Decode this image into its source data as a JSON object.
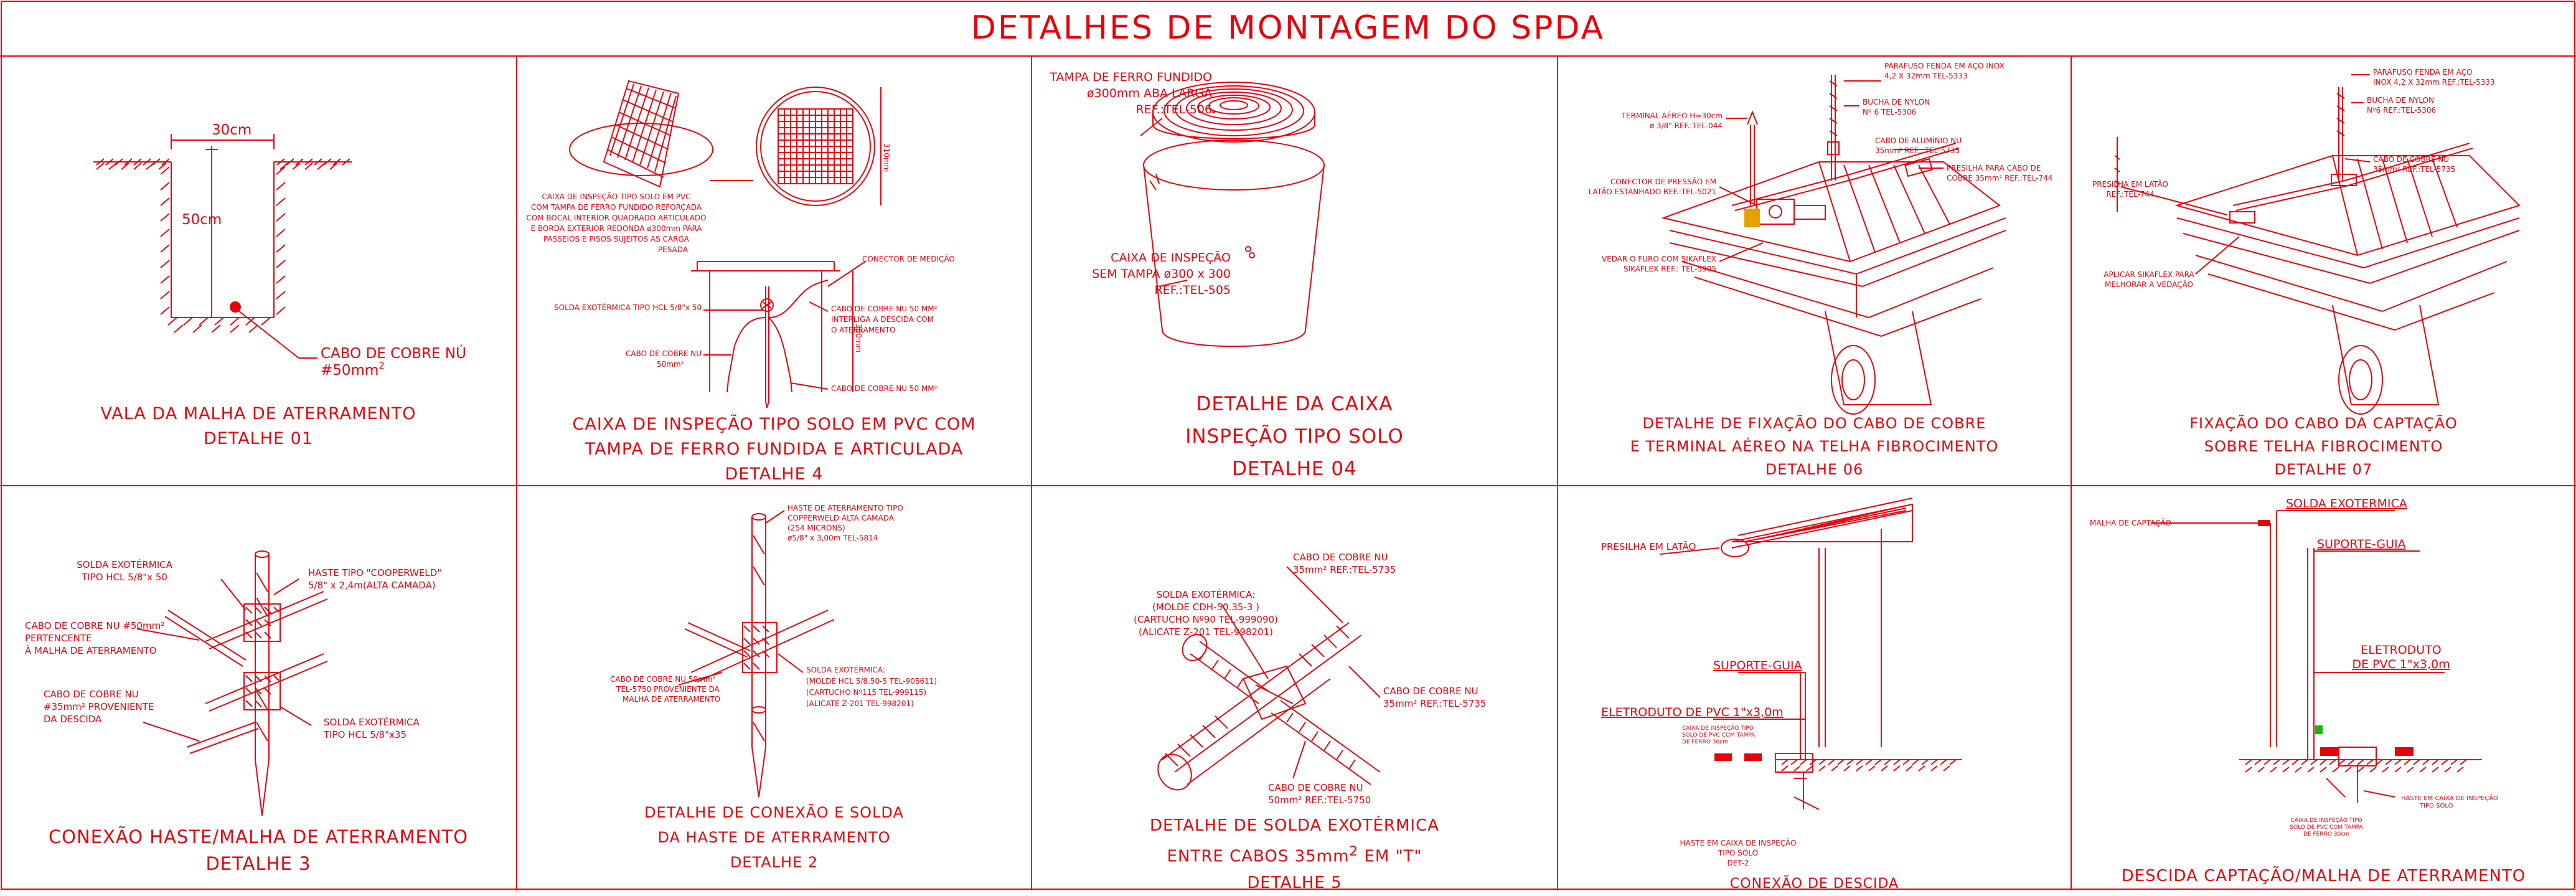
{
  "sheet": {
    "title": "DETALHES DE MONTAGEM DO SPDA"
  },
  "colors": {
    "line": "#e8000b",
    "background": "#ffffff"
  },
  "panels": {
    "p1": {
      "dim_width": "30cm",
      "dim_depth": "50cm",
      "cable_label_1": "CABO DE COBRE NÚ",
      "cable_label_2": "#50mm",
      "cable_label_sup": "2",
      "caption": [
        "VALA DA MALHA DE ATERRAMENTO",
        "DETALHE 01"
      ]
    },
    "p2": {
      "box_desc": [
        "CAIXA DE INSPEÇÃO TIPO SOLO EM PVC",
        "COM TAMPA DE FERRO FUNDIDO REFORÇADA",
        "COM BOCAL INTERIOR QUADRADO ARTICULADO",
        "E BORDA EXTERIOR REDONDA ø300mm PARA",
        "PASSEIOS E PISOS SUJEITOS AS CARGA",
        "PESADA"
      ],
      "dim_lid": "310mm",
      "dim_box": "300mm",
      "connector": "CONECTOR DE MEDIÇÃO",
      "solda": "SOLDA EXOTÉRMICA TIPO HCL 5/8\"x 50",
      "cable_50_right": [
        "CABO DE COBRE NU 50 MM²",
        "INTERLIGA A DESCIDA COM",
        "O ATERRAMENTO"
      ],
      "cable_50_left": [
        "CABO DE COBRE NU",
        "50mm²"
      ],
      "cable_50_bottom": "CABO DE COBRE NU 50 MM²",
      "caption": [
        "CAIXA DE INSPEÇÃO TIPO SOLO EM PVC COM",
        "TAMPA DE FERRO FUNDIDA E ARTICULADA",
        "DETALHE 4"
      ]
    },
    "p3": {
      "lid_label": [
        "TAMPA DE FERRO FUNDIDO",
        "ø300mm ABA LARGA",
        "REF.:TEL-506"
      ],
      "box_label": [
        "CAIXA DE INSPEÇÃO",
        "SEM TAMPA ø300 x 300",
        "REF.:TEL-505"
      ],
      "caption": [
        "DETALHE DA CAIXA",
        "INSPEÇÃO TIPO SOLO",
        "DETALHE 04"
      ]
    },
    "p4": {
      "screw": [
        "PARAFUSO FENDA EM AÇO INOX",
        "4,2 X 32mm TEL-5333"
      ],
      "bucha": [
        "BUCHA DE NYLON",
        "Nº 6 TEL-5306"
      ],
      "terminal": [
        "TERMINAL AÉREO H=30cm",
        "ø 3/8\" REF.:TEL-044"
      ],
      "cabo": [
        "CABO DE ALUMÍNIO NU",
        "35mm² REF.: TEL-5735"
      ],
      "presilha": [
        "PRESILHA PARA CABO DE",
        "COBRE 35mm² REF.:TEL-744"
      ],
      "conector": [
        "CONECTOR DE PRESSÃO EM",
        "LATÃO ESTANHADO REF.:TEL-5021"
      ],
      "vedar": [
        "VEDAR O FURO COM SIKAFLEX",
        "SIKAFLEX REF.: TEL-5905"
      ],
      "caption": [
        "DETALHE DE FIXAÇÃO DO CABO DE COBRE",
        "E TERMINAL AÉREO NA TELHA FIBROCIMENTO",
        "DETALHE 06"
      ]
    },
    "p5": {
      "screw": [
        "PARAFUSO FENDA EM AÇO",
        "INOX 4,2 X 32mm REF.:TEL-5333"
      ],
      "bucha": [
        "BUCHA DE NYLON",
        "Nº6 REF.:TEL-5306"
      ],
      "cabo": [
        "CABO DE COBRE NU",
        "35mm² REF.:TEL-5735"
      ],
      "presilha": [
        "PRESILHA EM LATÃO",
        "REF.:TEL-744"
      ],
      "sika": [
        "APLICAR SIKAFLEX PARA",
        "MELHORAR A VEDAÇÃO"
      ],
      "caption": [
        "FIXAÇÃO DO CABO DA CAPTAÇÃO",
        "SOBRE TELHA FIBROCIMENTO",
        "DETALHE 07"
      ]
    },
    "p6": {
      "solda_top": [
        "SOLDA EXOTÉRMICA",
        "TIPO HCL 5/8\"x 50"
      ],
      "haste": [
        "HASTE TIPO \"COOPERWELD\"",
        "5/8\" x 2,4m(ALTA CAMADA)"
      ],
      "cabo_malha": [
        "CABO DE COBRE NU #50mm²",
        "PERTENCENTE",
        "À MALHA DE ATERRAMENTO"
      ],
      "cabo_descida": [
        "CABO DE COBRE NU",
        "#35mm² PROVENIENTE",
        "DA DESCIDA"
      ],
      "solda_bottom": [
        "SOLDA EXOTÉRMICA",
        "TIPO HCL 5/8\"x35"
      ],
      "caption": [
        "CONEXÃO HASTE/MALHA DE ATERRAMENTO",
        "DETALHE 3"
      ]
    },
    "p7": {
      "haste": [
        "HASTE DE ATERRAMENTO TIPO",
        "COPPERWELD ALTA CAMADA",
        "(254 MICRONS)",
        "ø5/8\" x 3,00m TEL-5814"
      ],
      "cabo": [
        "CABO DE COBRE NU 50mm²",
        "TEL-5750 PROVENIENTE DA",
        "MALHA DE ATERRAMENTO"
      ],
      "solda": [
        "SOLDA EXOTÉRMICA:",
        "(MOLDE HCL 5/8.50-5 TEL-905611)",
        "(CARTUCHO Nº115 TEL-999115)",
        "(ALICATE Z-201 TEL-998201)"
      ],
      "caption": [
        "DETALHE DE CONEXÃO E SOLDA",
        "DA HASTE DE ATERRAMENTO",
        "DETALHE 2"
      ]
    },
    "p8": {
      "cabo_top": [
        "CABO DE COBRE NU",
        "35mm² REF.:TEL-5735"
      ],
      "solda": [
        "SOLDA EXOTÉRMICA:",
        "(MOLDE CDH-50.35-3 )",
        "(CARTUCHO Nº90 TEL-999090)",
        "(ALICATE Z-201 TEL-998201)"
      ],
      "cabo_right": [
        "CABO DE COBRE NU",
        "35mm² REF.:TEL-5735"
      ],
      "cabo_bottom": [
        "CABO DE COBRE NU",
        "50mm² REF.:TEL-5750"
      ],
      "caption_1": "DETALHE DE SOLDA EXOTÉRMICA",
      "caption_2a": "ENTRE CABOS 35mm",
      "caption_2sup": "2",
      "caption_2b": " EM  \"T\"",
      "caption_3": "DETALHE 5"
    },
    "p9": {
      "presilha": "PRESILHA EM LATÃO",
      "suporte": "SUPORTE-GUIA",
      "eletroduto": "ELETRODUTO DE PVC 1\"x3,0m",
      "caixa_small": [
        "CAIXA DE INSPEÇÃO TIPO",
        "SOLO DE PVC COM TAMPA",
        "DE FERRO 30cm"
      ],
      "haste": [
        "HASTE EM CAIXA DE INSPEÇÃO",
        "TIPO SOLO",
        "DET-2"
      ],
      "caption": "CONEXÃO DE DESCIDA"
    },
    "p10": {
      "solda": "SOLDA EXOTERMICA",
      "malha": "MALHA DE CAPTAÇÃO",
      "suporte": "SUPORTE-GUIA",
      "eletroduto": [
        "ELETRODUTO",
        "DE PVC 1\"x3,0m"
      ],
      "caixa_small": [
        "CAIXA DE INSPEÇÃO TIPO",
        "SOLO DE PVC COM TAMPA",
        "DE FERRO 30cm"
      ],
      "haste": [
        "HASTE EM CAIXA DE INSPEÇÃO",
        "TIPO SOLO"
      ],
      "caption": "DESCIDA CAPTAÇÃO/MALHA DE ATERRAMENTO"
    }
  }
}
